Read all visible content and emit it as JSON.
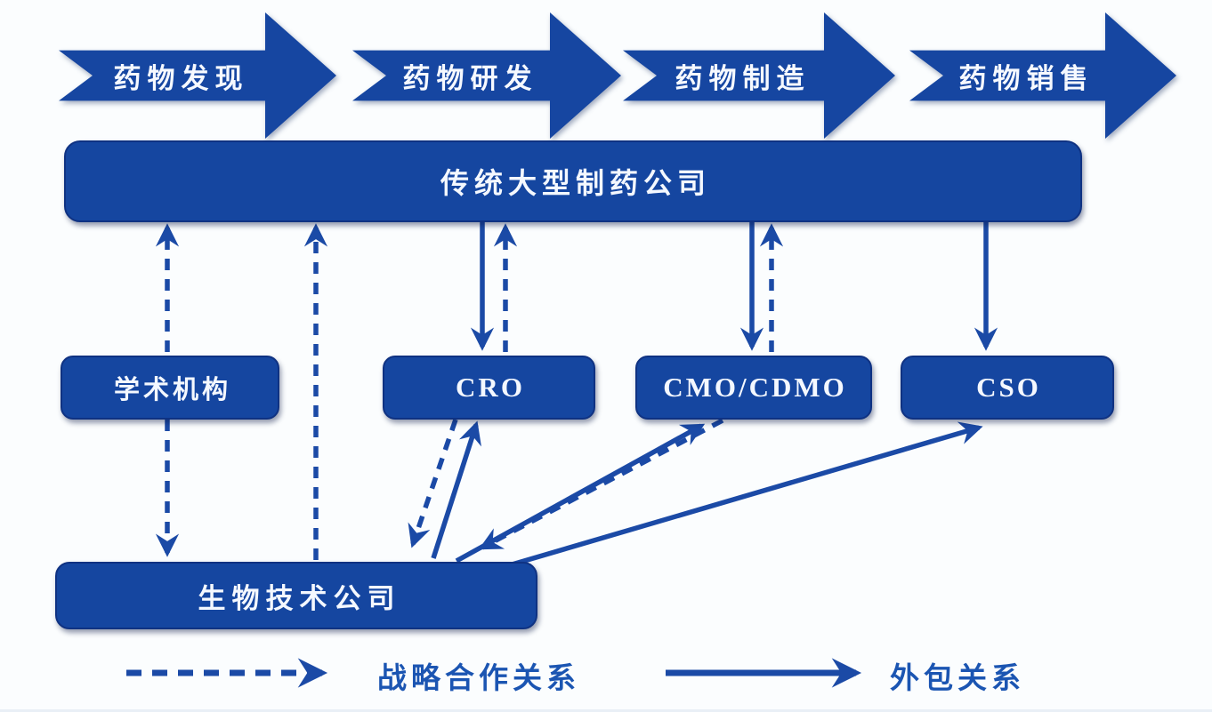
{
  "palette": {
    "primary_blue": "#1546a0",
    "primary_dark": "#0f3282",
    "line_blue": "#1b4aa6",
    "legend_text_blue": "#1b55b2",
    "background": "#fbfdfe",
    "text_light": "#f4f8ff"
  },
  "process_arrows": [
    {
      "label": "药物发现"
    },
    {
      "label": "药物研发"
    },
    {
      "label": "药物制造"
    },
    {
      "label": "药物销售"
    }
  ],
  "boxes": {
    "pharma": {
      "label": "传统大型制药公司"
    },
    "academic": {
      "label": "学术机构"
    },
    "cro": {
      "label": "CRO"
    },
    "cmo": {
      "label": "CMO/CDMO"
    },
    "cso": {
      "label": "CSO"
    },
    "biotech": {
      "label": "生物技术公司"
    }
  },
  "legend": {
    "dashed_label": "战略合作关系",
    "solid_label": "外包关系"
  },
  "connections": [
    {
      "from": "学术机构",
      "to": "传统大型制药公司",
      "style": "dashed",
      "type": "战略合作关系"
    },
    {
      "from": "学术机构",
      "to": "生物技术公司",
      "style": "dashed",
      "type": "战略合作关系"
    },
    {
      "from": "生物技术公司",
      "to": "传统大型制药公司",
      "style": "dashed",
      "type": "战略合作关系"
    },
    {
      "from": "传统大型制药公司",
      "to": "CRO",
      "style": "solid",
      "type": "外包关系"
    },
    {
      "from": "CRO",
      "to": "传统大型制药公司",
      "style": "dashed",
      "type": "战略合作关系"
    },
    {
      "from": "传统大型制药公司",
      "to": "CMO/CDMO",
      "style": "solid",
      "type": "外包关系"
    },
    {
      "from": "CMO/CDMO",
      "to": "传统大型制药公司",
      "style": "dashed",
      "type": "战略合作关系"
    },
    {
      "from": "传统大型制药公司",
      "to": "CSO",
      "style": "solid",
      "type": "外包关系"
    },
    {
      "from": "生物技术公司",
      "to": "CRO",
      "style": "solid",
      "type": "外包关系"
    },
    {
      "from": "CRO",
      "to": "生物技术公司",
      "style": "dashed",
      "type": "战略合作关系"
    },
    {
      "from": "生物技术公司",
      "to": "CMO/CDMO",
      "style": "solid",
      "type": "外包关系"
    },
    {
      "from": "CMO/CDMO",
      "to": "生物技术公司",
      "style": "dashed",
      "type": "战略合作关系"
    },
    {
      "from": "生物技术公司",
      "to": "CSO",
      "style": "solid",
      "type": "外包关系"
    }
  ]
}
